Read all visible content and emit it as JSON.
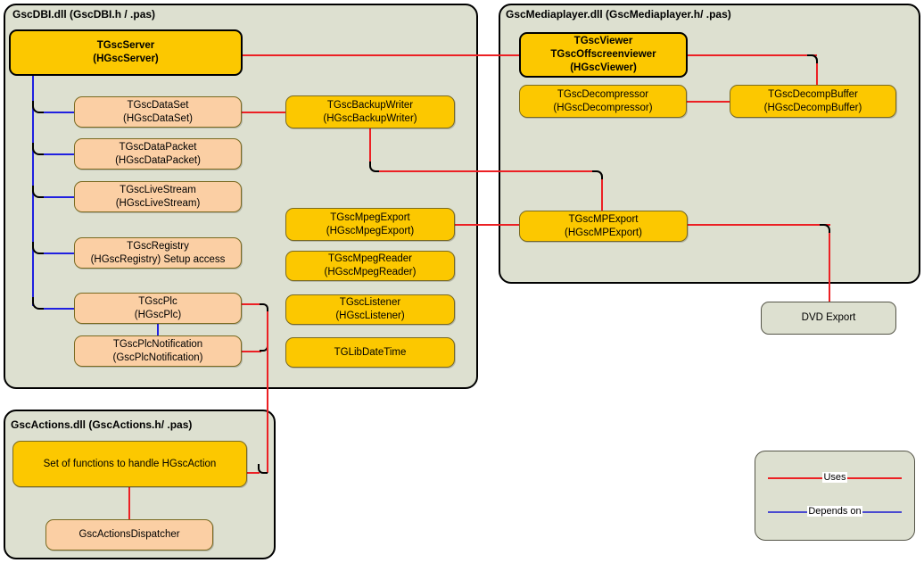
{
  "diagram": {
    "title_hidden": "",
    "panels": [
      {
        "id": "gscdbi",
        "title": "GscDBI.dll  (GscDBI.h / .pas)"
      },
      {
        "id": "gscmediaplayer",
        "title": "GscMediaplayer.dll (GscMediaplayer.h/ .pas)"
      },
      {
        "id": "gscactions",
        "title": "GscActions.dll (GscActions.h/ .pas)"
      }
    ],
    "nodes": {
      "tgscserver": {
        "lines": [
          "TGscServer",
          "(HGscServer)"
        ]
      },
      "tgscdataset": {
        "lines": [
          "TGscDataSet",
          "(HGscDataSet)"
        ]
      },
      "tgscdatapacket": {
        "lines": [
          "TGscDataPacket",
          "(HGscDataPacket)"
        ]
      },
      "tgsclivestream": {
        "lines": [
          "TGscLiveStream",
          "(HGscLiveStream)"
        ]
      },
      "tgscregistry": {
        "lines": [
          "TGscRegistry",
          "(HGscRegistry) Setup access"
        ]
      },
      "tgscplc": {
        "lines": [
          "TGscPlc",
          "(HGscPlc)"
        ]
      },
      "tgscplcnotification": {
        "lines": [
          "TGscPlcNotification",
          "(GscPlcNotification)"
        ]
      },
      "tgscbackupwriter": {
        "lines": [
          "TGscBackupWriter",
          "(HGscBackupWriter)"
        ]
      },
      "tgscmpegexport": {
        "lines": [
          "TGscMpegExport",
          "(HGscMpegExport)"
        ]
      },
      "tgscmpegreader": {
        "lines": [
          "TGscMpegReader",
          "(HGscMpegReader)"
        ]
      },
      "tgsclistener": {
        "lines": [
          "TGscListener",
          "(HGscListener)"
        ]
      },
      "tglibdatetime": {
        "lines": [
          "TGLibDateTime"
        ]
      },
      "tgscviewer": {
        "lines": [
          "TGscViewer",
          "TGscOffscreenviewer",
          "(HGscViewer)"
        ]
      },
      "tgscdecompressor": {
        "lines": [
          "TGscDecompressor",
          "(HGscDecompressor)"
        ]
      },
      "tgscdecompbuffer": {
        "lines": [
          "TGscDecompBuffer",
          "(HGscDecompBuffer)"
        ]
      },
      "tgscmpexport": {
        "lines": [
          "TGscMPExport",
          "(HGscMPExport)"
        ]
      },
      "dvdexport": {
        "lines": [
          "DVD Export"
        ]
      },
      "setoffunctions": {
        "lines": [
          "Set of functions to handle HGscAction"
        ]
      },
      "gscactionsdispatcher": {
        "lines": [
          "GscActionsDispatcher"
        ]
      }
    },
    "legend": {
      "uses_label": "Uses",
      "depends_label": "Depends on",
      "uses_color": "#ec2024",
      "depends_color": "#2020e0"
    },
    "colors": {
      "panel_fill": "#dde0d0",
      "node_yellow": "#fcc800",
      "node_peach": "#fbcfa4",
      "node_plain": "#dde0d0",
      "border_dark": "#000000"
    }
  }
}
